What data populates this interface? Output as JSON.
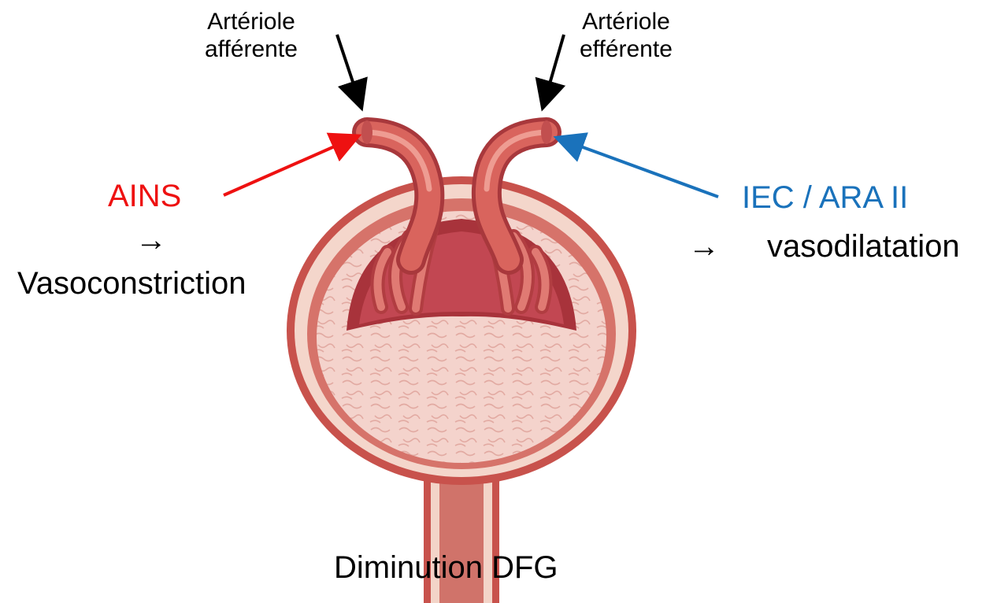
{
  "labels": {
    "afferent": [
      "Artériole",
      "afférente"
    ],
    "efferent": [
      "Artériole",
      "efférente"
    ],
    "ains": "AINS",
    "ains_arrow": "→",
    "ains_effect": "Vasoconstriction",
    "iec": "IEC / ARA II",
    "iec_arrow": "→",
    "iec_effect": "vasodilatation",
    "bottom": "Diminution DFG"
  },
  "colors": {
    "ains": "#ee1111",
    "iec": "#1a72bb",
    "text": "#000000",
    "vessel": "#d65a52",
    "capsule_fill": "#f1b7a6",
    "tissue": "#f4d3cc"
  }
}
